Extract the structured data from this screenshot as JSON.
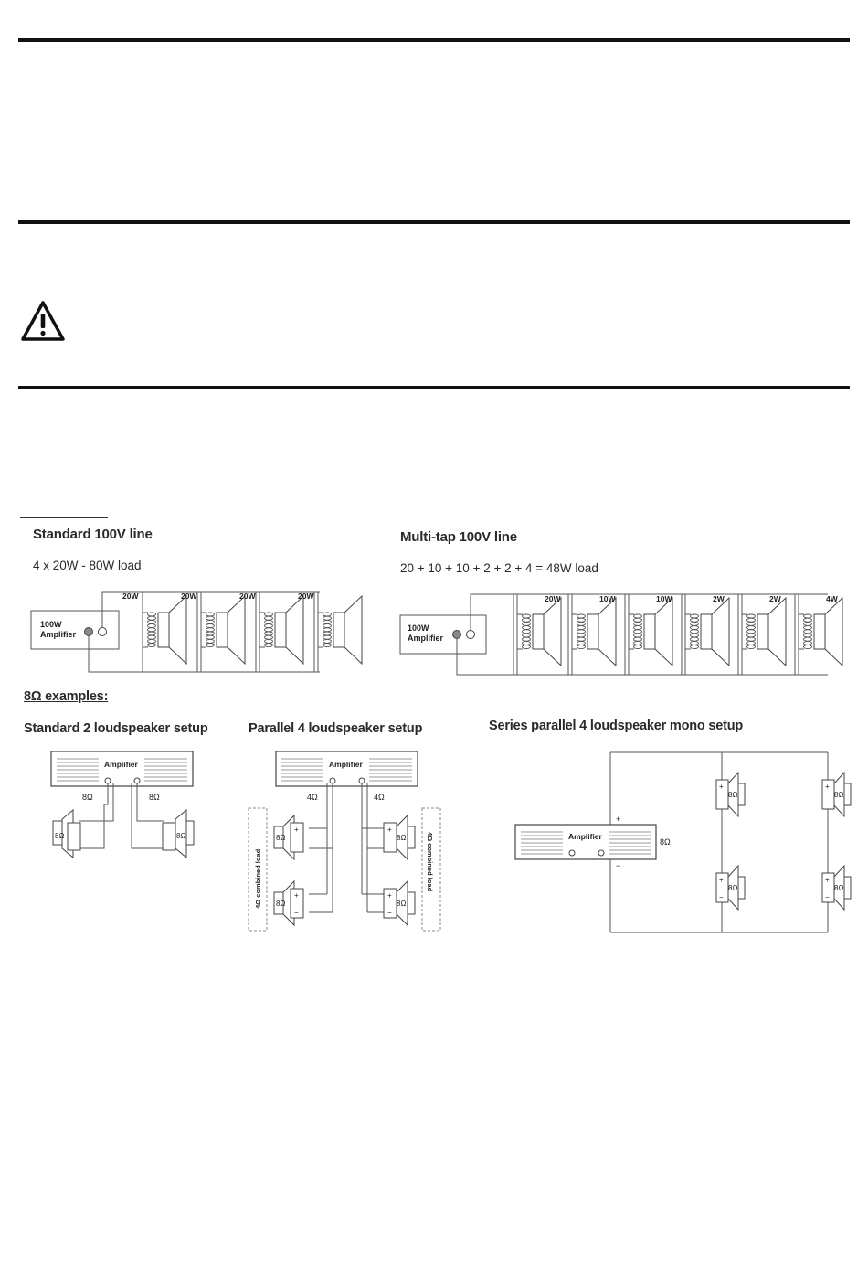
{
  "sections": {
    "standard_100v": {
      "title": "Standard 100V line",
      "subtitle": "4 x 20W - 80W load",
      "amp_label_1": "100W",
      "amp_label_2": "Amplifier",
      "taps": [
        "20W",
        "20W",
        "20W",
        "20W"
      ]
    },
    "multitap_100v": {
      "title": "Multi-tap 100V line",
      "subtitle": "20 + 10 + 10 + 2 + 2 + 4 = 48W load",
      "amp_label_1": "100W",
      "amp_label_2": "Amplifier",
      "taps": [
        "20W",
        "10W",
        "10W",
        "2W",
        "2W",
        "4W"
      ]
    },
    "examples_heading": "8Ω examples:",
    "standard_2": {
      "title": "Standard 2 loudspeaker setup",
      "amp": "Amplifier",
      "impedance_left": "8Ω",
      "impedance_right": "8Ω",
      "speaker_left": "8Ω",
      "speaker_right": "8Ω"
    },
    "parallel_4": {
      "title": "Parallel 4 loudspeaker setup",
      "amp": "Amplifier",
      "impedance_left": "4Ω",
      "impedance_right": "4Ω",
      "speakers": [
        "8Ω",
        "8Ω",
        "8Ω",
        "8Ω"
      ],
      "combined_left": "4Ω combined load",
      "combined_right": "4Ω combined load"
    },
    "series_parallel_4": {
      "title": "Series parallel 4 loudspeaker mono setup",
      "amp": "Amplifier",
      "impedance": "8Ω",
      "speakers": [
        "8Ω",
        "8Ω",
        "8Ω",
        "8Ω"
      ],
      "plus": "+",
      "minus": "−"
    }
  },
  "colors": {
    "rule": "#111111",
    "line": "#444444"
  },
  "icons": {
    "warning": "warning-triangle-icon"
  }
}
